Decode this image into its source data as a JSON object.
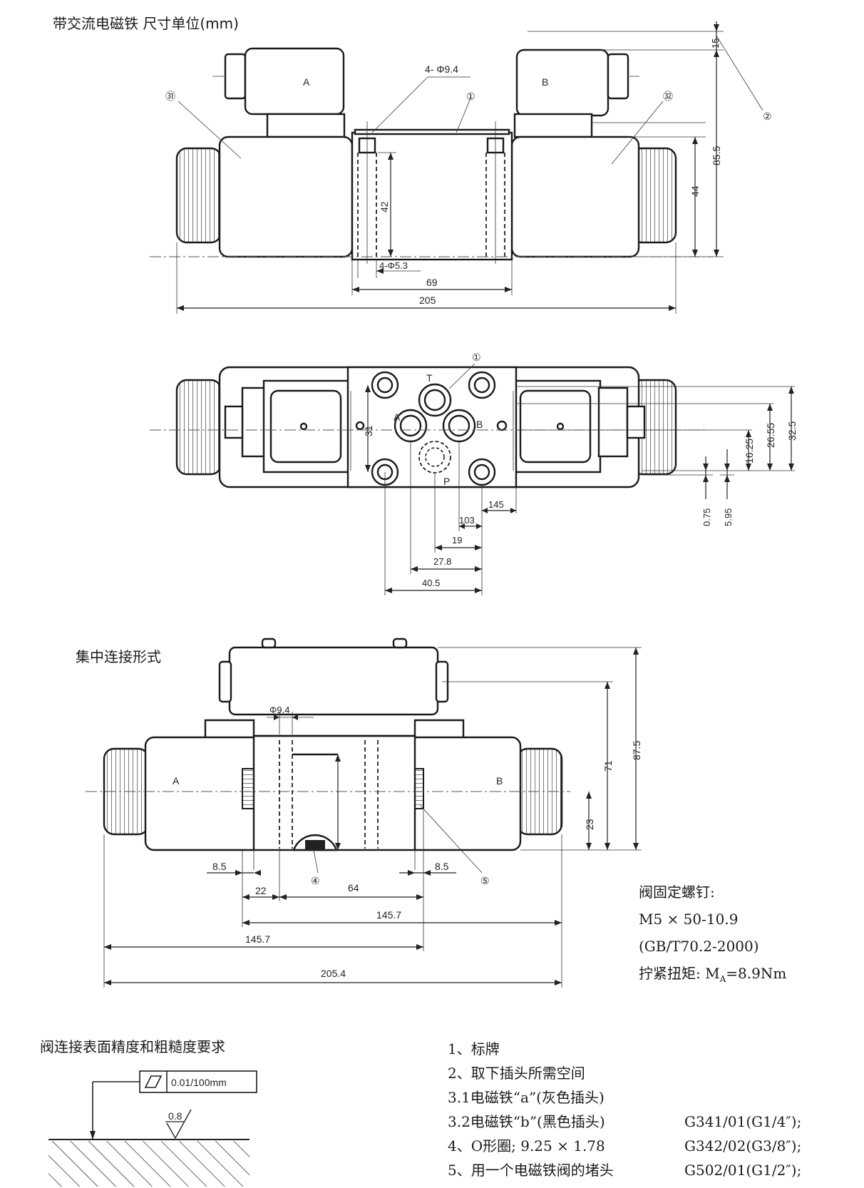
{
  "titles": {
    "top": "带交流电磁铁  尺寸单位(mm)",
    "centralized": "集中连接形式",
    "surface": "阀连接表面精度和粗糙度要求"
  },
  "callouts": {
    "c1": "①",
    "c1b": "①",
    "c2": "②",
    "c4": "④",
    "c5": "⑤",
    "c31": "㉛",
    "c32": "㉜"
  },
  "letters": {
    "A": "A",
    "B": "B",
    "T": "T",
    "P": "P",
    "A2": "A",
    "B2": "B",
    "A3": "A",
    "B3": "B"
  },
  "dims_top": {
    "d15": "15",
    "d85_5": "85.5",
    "d44": "44",
    "d42": "42",
    "holes_9_4": "4- Φ9.4",
    "holes_5_3": "4-Φ5.3",
    "d69": "69",
    "d205": "205"
  },
  "dims_mid": {
    "d31": "31",
    "d16_25": "16.25",
    "d26_55": "26.55",
    "d32_5": "32.5",
    "d0_75": "0.75",
    "d5_95": "5.95",
    "d14_5": "145",
    "d10_3": "103",
    "d19": "19",
    "d27_8": "27.8",
    "d40_5": "40.5"
  },
  "dims_bot": {
    "phi9_4": "Φ9.4",
    "d71": "71",
    "d87_5": "87.5",
    "d23": "23",
    "d8_5a": "8.5",
    "d8_5b": "8.5",
    "d22": "22",
    "d64": "64",
    "d145_7a": "145.7",
    "d145_7b": "145.7",
    "d205_4": "205.4"
  },
  "bolt_note": {
    "line1": "阀固定螺钉:",
    "line2": "M5 × 50-10.9",
    "line3": "(GB/T70.2-2000)",
    "line4": "拧紧扭矩: M",
    "line4_sub": "A",
    "line4_end": "=8.9Nm"
  },
  "tolerance": {
    "flatness": "0.01/100mm",
    "roughness": "0.8"
  },
  "legend": {
    "items": [
      "1、标牌",
      "2、取下插头所需空间",
      "3.1电磁铁“a”(灰色插头)",
      "3.2电磁铁“b”(黑色插头)",
      "4、O形圈; 9.25 × 1.78",
      "5、用一个电磁铁阀的堵头"
    ],
    "codes": [
      "G341/01(G1/4″);",
      "G342/02(G3/8″);",
      "G502/01(G1/2″);"
    ]
  }
}
